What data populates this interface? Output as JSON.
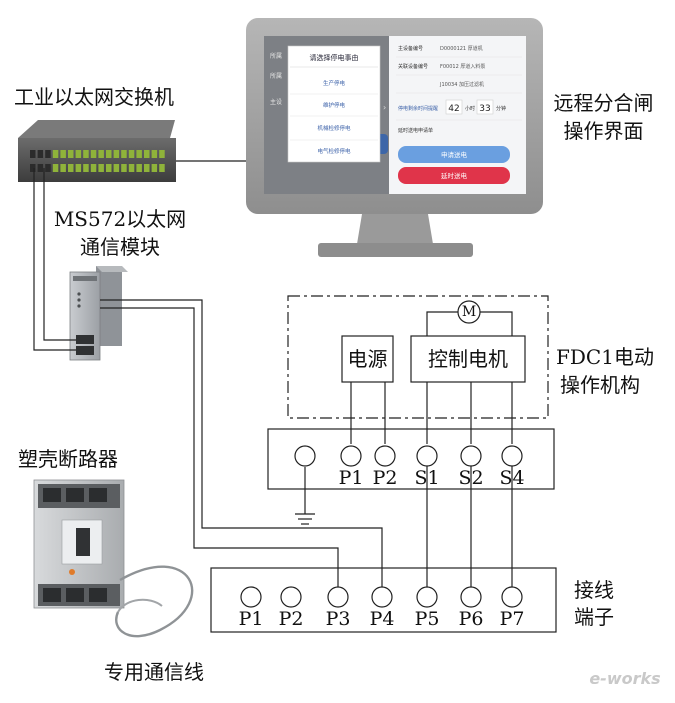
{
  "labels": {
    "switch": "工业以太网交换机",
    "module_line1": "MS572以太网",
    "module_line2": "通信模块",
    "monitor_line1": "远程分合闸",
    "monitor_line2": "操作界面",
    "fdc_line1": "FDC1电动",
    "fdc_line2": "操作机构",
    "breaker": "塑壳断路器",
    "terminal_line1": "接线",
    "terminal_line2": "端子",
    "cable": "专用通信线",
    "power": "电源",
    "motor_ctrl": "控制电机",
    "motor_symbol": "M"
  },
  "upper_terminals": [
    "P1",
    "P2",
    "S1",
    "S2",
    "S4"
  ],
  "lower_terminals": [
    "P1",
    "P2",
    "P3",
    "P4",
    "P5",
    "P6",
    "P7"
  ],
  "screen": {
    "dialog_title": "请选择停电事由",
    "dialog_items": [
      "生产停电",
      "维护停电",
      "机械检修停电",
      "电气检修停电"
    ],
    "left_rows": [
      "所属",
      "所属",
      "主设"
    ],
    "field1_label": "主设备编号",
    "field1_value": "D0000121 厚道机",
    "field2_label": "关联设备编号",
    "field2_value": "F00012 厚道入料泵",
    "field3_value": "J10034 加压过滤机",
    "timer_label": "停电剩余时间提醒",
    "timer_hours": "42",
    "timer_hours_unit": "小时",
    "timer_minutes": "33",
    "timer_minutes_unit": "分钟",
    "record_label": "延时送电申请单",
    "btn_apply": "申请送电",
    "btn_delay": "延时送电"
  },
  "watermark": "e-works"
}
